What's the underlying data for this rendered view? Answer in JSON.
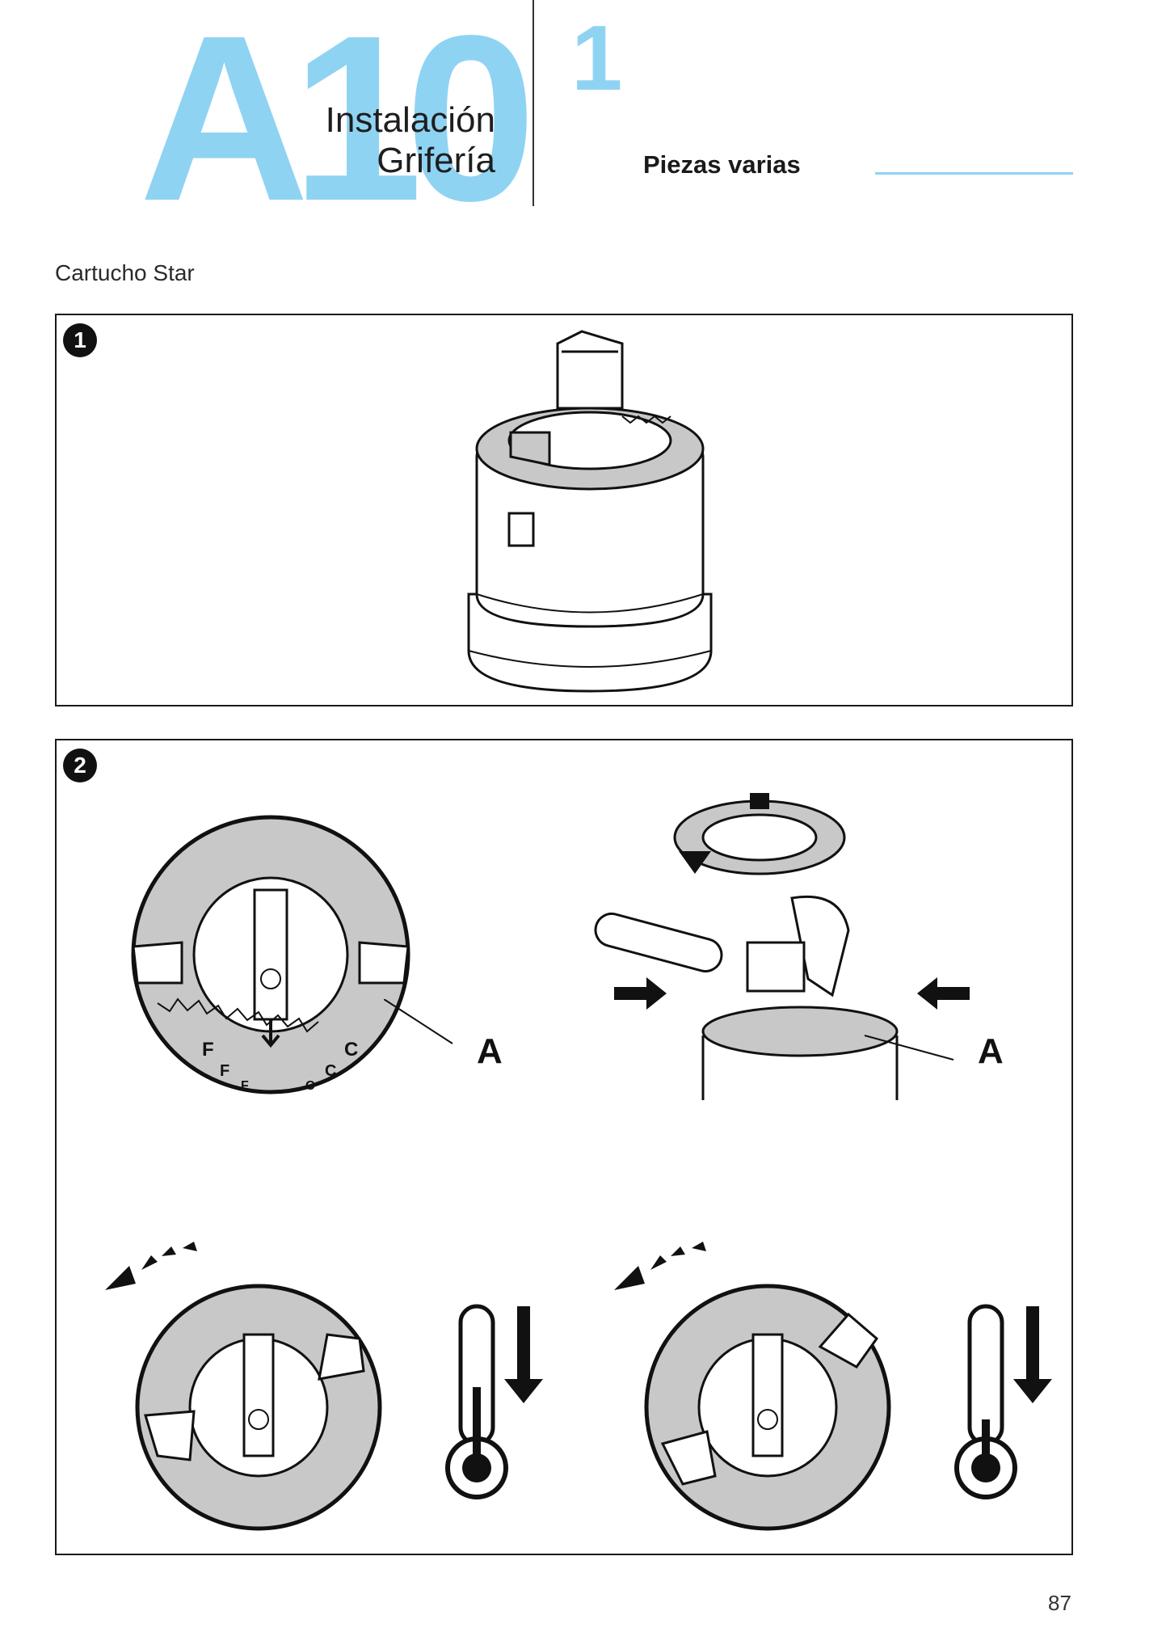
{
  "header": {
    "code": "A10",
    "title_line1": "Instalación",
    "title_line2": "Grifería",
    "sub_number": "1",
    "sub_title": "Piezas varias"
  },
  "caption": "Cartucho Star",
  "steps": [
    {
      "number": "1"
    },
    {
      "number": "2",
      "callout_left": "A",
      "callout_right": "A"
    }
  ],
  "dial_letters": {
    "cold": "F",
    "hot": "C"
  },
  "colors": {
    "accent": "#8fd3f3",
    "gray": "#c8c8c8",
    "ink": "#111111"
  },
  "page_number": "87"
}
